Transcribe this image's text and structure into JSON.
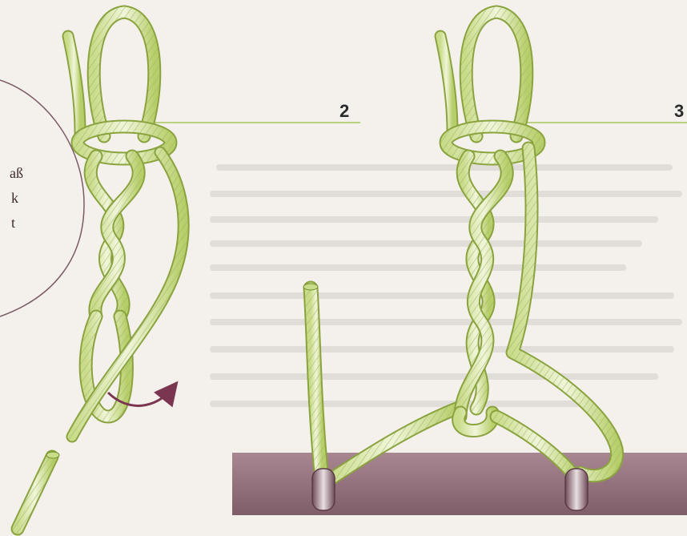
{
  "steps": {
    "second": "2",
    "third": "3"
  },
  "side_text_fragments": [
    "aß",
    "k",
    "t"
  ],
  "colors": {
    "background": "#f4f1ec",
    "rope_fill": "#dbe8b0",
    "rope_edge": "#8aa33e",
    "rope_dark": "#6f8f24",
    "cross_hatch": "#9cb267",
    "bar": "#8c6a74",
    "bar_light": "#a98792",
    "step_line": "#a6c85b",
    "circle_edge": "#7b5a62",
    "arrow": "#7a3550"
  },
  "icons": {
    "direction_arrow": "curved-arrow-icon"
  }
}
